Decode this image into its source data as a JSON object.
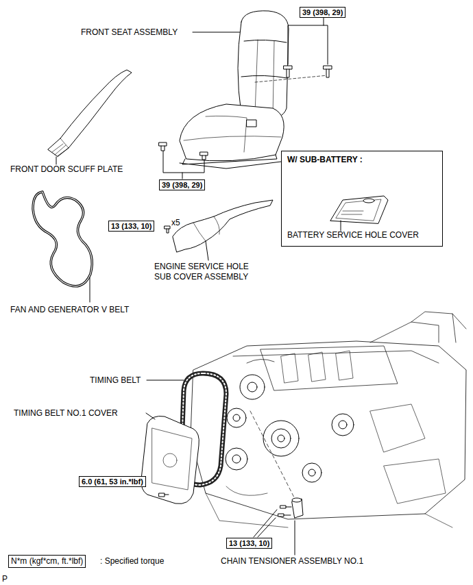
{
  "diagram": {
    "nodes": [
      {
        "text": [
          "39 (398, 29)"
        ]
      },
      {
        "text": [
          "39 (398, 29)"
        ]
      },
      {
        "text": [
          "W/ SUB-BATTERY :",
          "BATTERY SERVICE HOLE COVER"
        ]
      },
      {
        "text": [
          "13 (133, 10)"
        ]
      },
      {
        "text": [
          "6.0 (61, 53 in.*lbf)"
        ]
      },
      {
        "text": [
          "13 (133, 10)"
        ]
      },
      {
        "text": [
          "N*m (kgf*cm, ft.*lbf)"
        ]
      }
    ],
    "labels": [
      "FRONT SEAT ASSEMBLY",
      "FRONT DOOR SCUFF PLATE",
      "x5",
      "ENGINE SERVICE HOLE SUB COVER ASSEMBLY",
      "FAN AND GENERATOR V BELT",
      "TIMING BELT",
      "TIMING BELT NO.1 COVER",
      "CHAIN TENSIONER ASSEMBLY NO.1",
      ": Specified torque",
      "P"
    ]
  }
}
